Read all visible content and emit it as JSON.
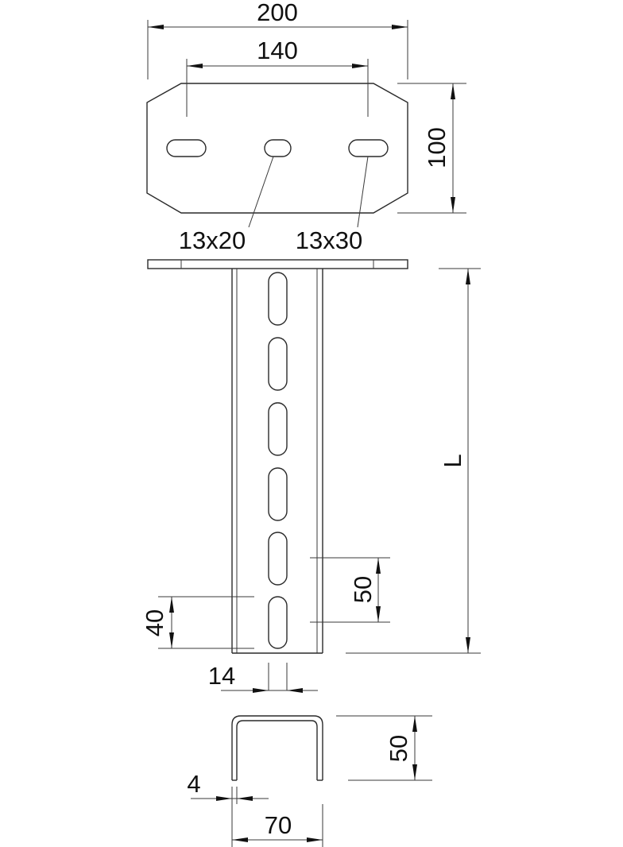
{
  "drawing": {
    "title": "Wall bracket technical drawing",
    "views": [
      "top-view-base-plate",
      "front-view-channel",
      "section-u-profile"
    ],
    "dimensions": {
      "plate_width": "200",
      "hole_spacing": "140",
      "plate_height": "100",
      "slot_small": "13x20",
      "slot_large": "13x30",
      "length": "L",
      "slot_pitch": "50",
      "slot_length": "40",
      "slot_width": "14",
      "profile_height": "50",
      "wall_thickness": "4",
      "profile_width": "70"
    },
    "colors": {
      "line": "#2a2a2a",
      "text": "#111111",
      "background": "#ffffff"
    }
  }
}
